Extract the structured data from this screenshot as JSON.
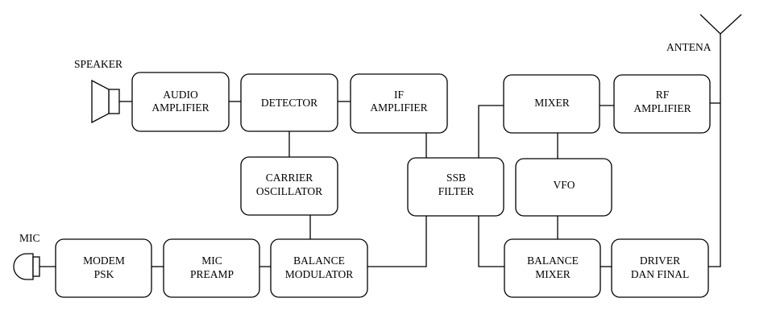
{
  "labels": {
    "speaker": "SPEAKER",
    "antena": "ANTENA",
    "mic": "MIC"
  },
  "blocks": {
    "audio_amp": [
      "AUDIO",
      "AMPLIFIER"
    ],
    "detector": [
      "DETECTOR"
    ],
    "if_amp": [
      "IF",
      "AMPLIFIER"
    ],
    "mixer": [
      "MIXER"
    ],
    "rf_amp": [
      "RF",
      "AMPLIFIER"
    ],
    "carrier_osc": [
      "CARRIER",
      "OSCILLATOR"
    ],
    "ssb_filter": [
      "SSB",
      "FILTER"
    ],
    "vfo": [
      "VFO"
    ],
    "modem_psk": [
      "MODEM",
      "PSK"
    ],
    "mic_preamp": [
      "MIC",
      "PREAMP"
    ],
    "balance_mod": [
      "BALANCE",
      "MODULATOR"
    ],
    "balance_mixer": [
      "BALANCE",
      "MIXER"
    ],
    "driver_final": [
      "DRIVER",
      "DAN FINAL"
    ]
  }
}
